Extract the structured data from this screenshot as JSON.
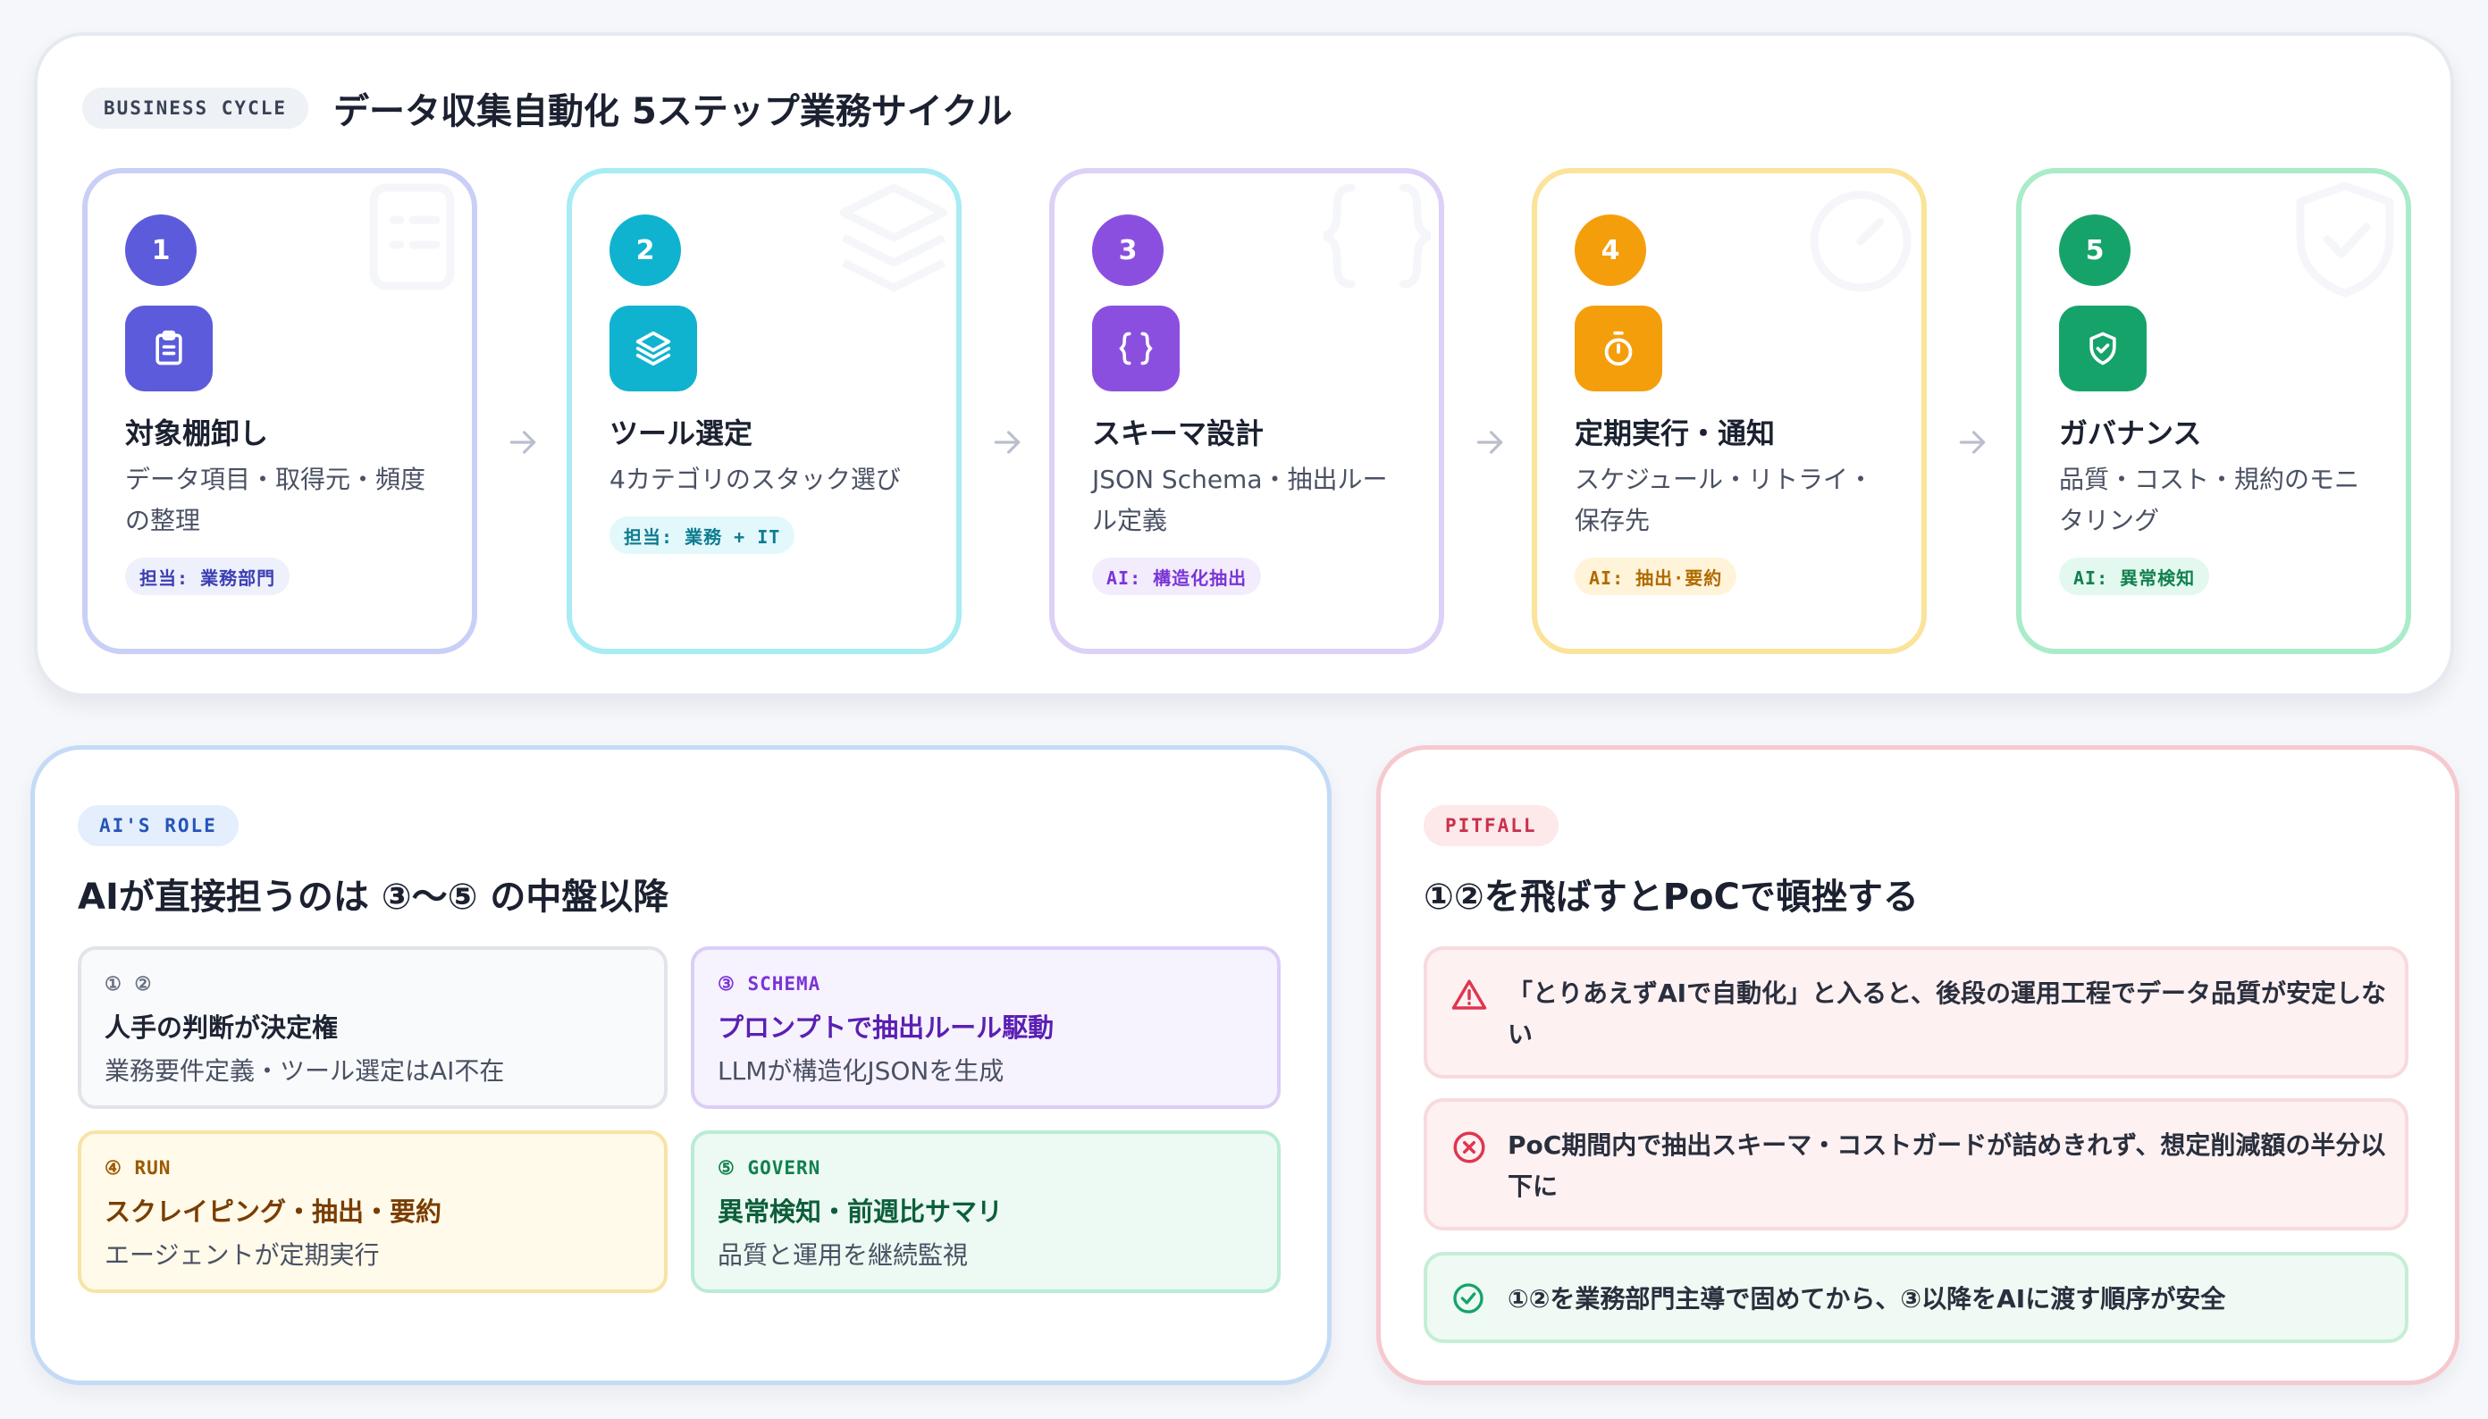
{
  "header": {
    "eyebrow": "BUSINESS CYCLE",
    "title": "データ収集自動化 5ステップ業務サイクル"
  },
  "steps": [
    {
      "num": "1",
      "icon": "clipboard-icon",
      "title": "対象棚卸し",
      "desc": "データ項目・取得元・頻度の整理",
      "tag": "担当: 業務部門",
      "color": "#5b5bdb"
    },
    {
      "num": "2",
      "icon": "layers-icon",
      "title": "ツール選定",
      "desc": "4カテゴリのスタック選び",
      "tag": "担当: 業務 + IT",
      "color": "#0fb3cf"
    },
    {
      "num": "3",
      "icon": "braces-icon",
      "title": "スキーマ設計",
      "desc": "JSON Schema・抽出ルール定義",
      "tag": "AI: 構造化抽出",
      "color": "#8b4fe0"
    },
    {
      "num": "4",
      "icon": "stopwatch-icon",
      "title": "定期実行・通知",
      "desc": "スケジュール・リトライ・保存先",
      "tag": "AI: 抽出·要約",
      "color": "#f59e0b"
    },
    {
      "num": "5",
      "icon": "shield-check-icon",
      "title": "ガバナンス",
      "desc": "品質・コスト・規約のモニタリング",
      "tag": "AI: 異常検知",
      "color": "#16a36a"
    }
  ],
  "ai_role": {
    "eyebrow": "AI'S ROLE",
    "title": "AIが直接担うのは ③〜⑤ の中盤以降",
    "cards": [
      {
        "label": "① ②",
        "title": "人手の判断が決定権",
        "sub": "業務要件定義・ツール選定はAI不在"
      },
      {
        "label": "③ SCHEMA",
        "title": "プロンプトで抽出ルール駆動",
        "sub": "LLMが構造化JSONを生成"
      },
      {
        "label": "④ RUN",
        "title": "スクレイピング・抽出・要約",
        "sub": "エージェントが定期実行"
      },
      {
        "label": "⑤ GOVERN",
        "title": "異常検知・前週比サマリ",
        "sub": "品質と運用を継続監視"
      }
    ]
  },
  "pitfall": {
    "eyebrow": "PITFALL",
    "title": "①②を飛ばすとPoCで頓挫する",
    "items": [
      {
        "icon": "warning-icon",
        "text": "「とりあえずAIで自動化」と入ると、後段の運用工程でデータ品質が安定しない"
      },
      {
        "icon": "x-circle-icon",
        "text": "PoC期間内で抽出スキーマ・コストガードが詰めきれず、想定削減額の半分以下に"
      },
      {
        "icon": "check-circle-icon",
        "text": "①②を業務部門主導で固めてから、③以降をAIに渡す順序が安全"
      }
    ]
  }
}
